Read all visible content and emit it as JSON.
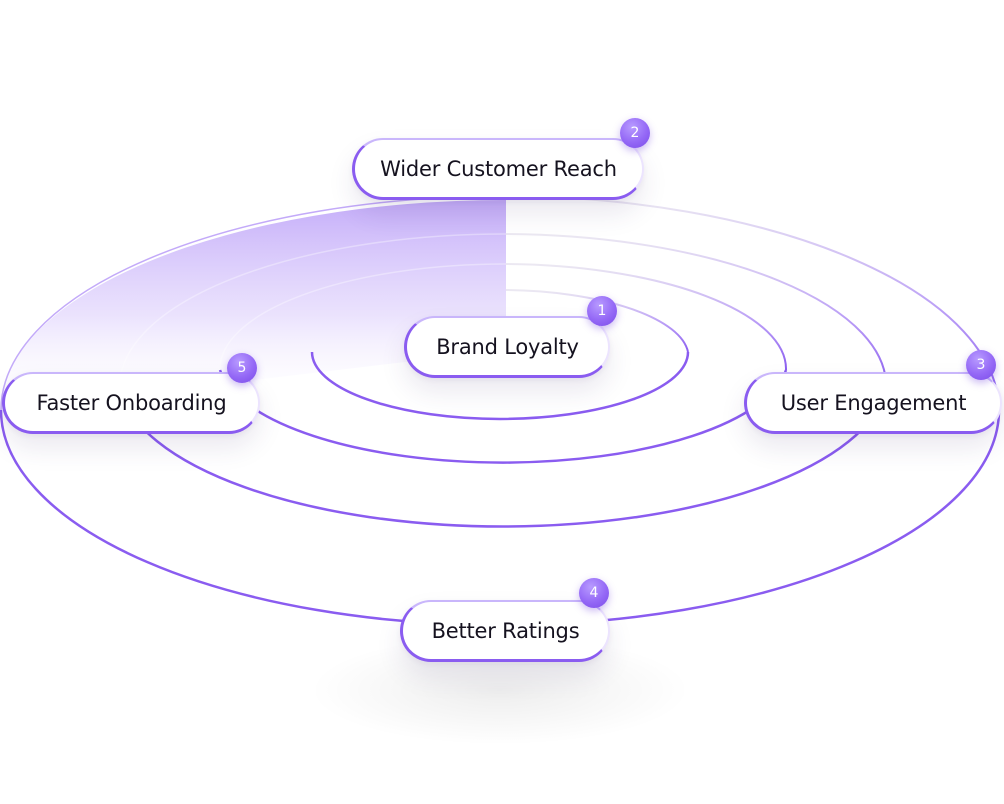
{
  "diagram": {
    "accent_color": "#8a5cf0",
    "light_accent_color": "#d7c8fc",
    "nodes": [
      {
        "number": "1",
        "label": "Brand Loyalty"
      },
      {
        "number": "2",
        "label": "Wider Customer Reach"
      },
      {
        "number": "3",
        "label": "User Engagement"
      },
      {
        "number": "4",
        "label": "Better Ratings"
      },
      {
        "number": "5",
        "label": "Faster Onboarding"
      }
    ]
  }
}
